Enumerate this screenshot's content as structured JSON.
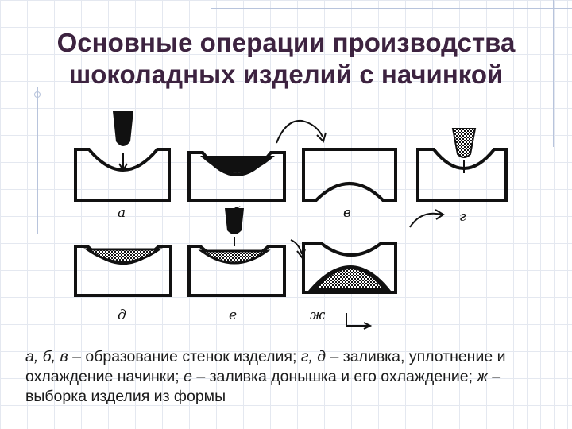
{
  "title": {
    "line1": "Основные операции производства",
    "line2": "шоколадных изделий с начинкой"
  },
  "diagram": {
    "labels": [
      "а",
      "б",
      "в",
      "г",
      "д",
      "е",
      "ж"
    ]
  },
  "caption": {
    "p1_letters": "а, б, в",
    "p1_text": " – образование стенок изделия; ",
    "p2_letters": "г, д",
    "p2_text": " – заливка, уплотнение и охлаждение начинки; ",
    "p3_letter": "е",
    "p3_text": " – заливка донышка и его охлаждение; ",
    "p4_letter": "ж",
    "p4_text": " – выборка изделия из формы"
  },
  "colors": {
    "title": "#3d2340",
    "grid": "#e4e8f0",
    "accent_lines": "#b8c4dc"
  }
}
